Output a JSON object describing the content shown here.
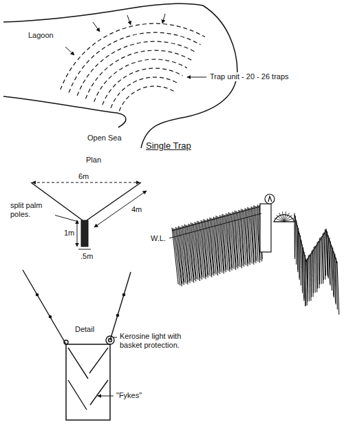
{
  "diagram": {
    "title": "Single Trap",
    "labels": [
      "Lagoon",
      "Open Sea",
      "Trap unit - 20 - 26 traps",
      "Plan",
      "6m",
      "4m",
      "split palm poles.",
      "1m",
      ".5m",
      "W.L.",
      "Detail",
      "Kerosine light with basket protection.",
      "\"Fykes\""
    ]
  }
}
